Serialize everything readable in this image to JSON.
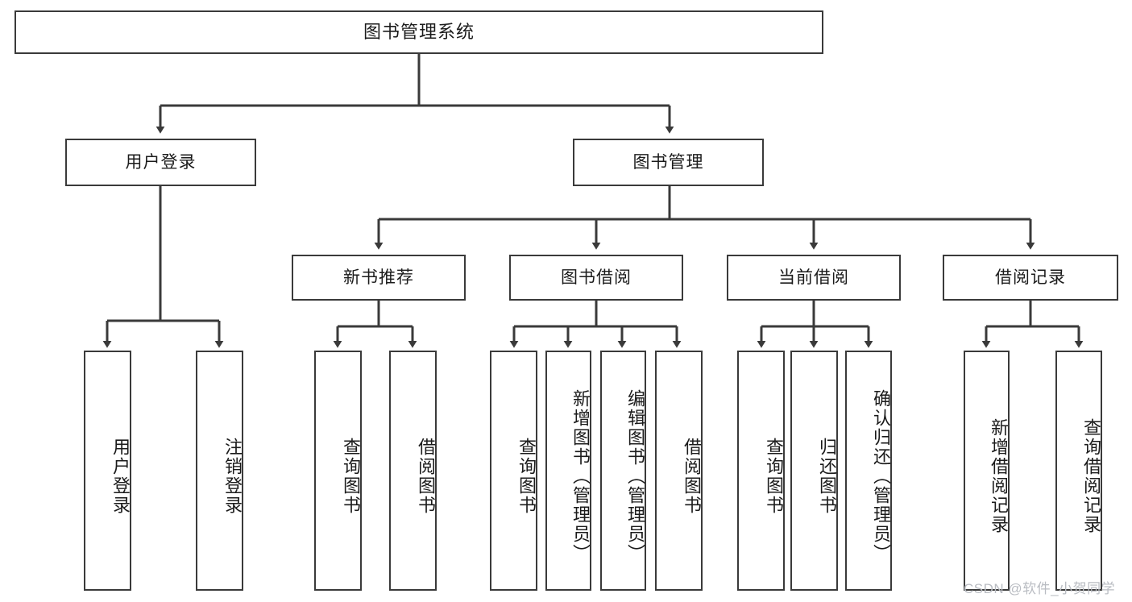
{
  "diagram": {
    "type": "tree-hierarchy",
    "title": "图书管理系统",
    "orientation": "top-down",
    "colors": {
      "stroke": "#3a3a3a",
      "fill": "#ffffff",
      "text": "#1b1b1b",
      "watermark": "#b9bcc2"
    },
    "nodes": {
      "root": {
        "label": "图书管理系统"
      },
      "level2": [
        {
          "id": "user-login",
          "label": "用户登录"
        },
        {
          "id": "book-manage",
          "label": "图书管理"
        }
      ],
      "level3": [
        {
          "id": "new-book-recommend",
          "label": "新书推荐"
        },
        {
          "id": "book-borrow",
          "label": "图书借阅"
        },
        {
          "id": "current-borrow",
          "label": "当前借阅"
        },
        {
          "id": "borrow-record",
          "label": "借阅记录"
        }
      ],
      "leaves": {
        "user-login": [
          {
            "id": "leaf-user-login",
            "label": "用户登录"
          },
          {
            "id": "leaf-logout",
            "label": "注销登录"
          }
        ],
        "new-book-recommend": [
          {
            "id": "leaf-query-book-1",
            "label": "查询图书"
          },
          {
            "id": "leaf-borrow-book-1",
            "label": "借阅图书"
          }
        ],
        "book-borrow": [
          {
            "id": "leaf-query-book-2",
            "label": "查询图书"
          },
          {
            "id": "leaf-add-book",
            "label": "新增图书（管理员）"
          },
          {
            "id": "leaf-edit-book",
            "label": "编辑图书（管理员）"
          },
          {
            "id": "leaf-borrow-book-2",
            "label": "借阅图书"
          }
        ],
        "current-borrow": [
          {
            "id": "leaf-query-book-3",
            "label": "查询图书"
          },
          {
            "id": "leaf-return-book",
            "label": "归还图书"
          },
          {
            "id": "leaf-confirm-return",
            "label": "确认归还（管理员）"
          }
        ],
        "borrow-record": [
          {
            "id": "leaf-add-record",
            "label": "新增借阅记录"
          },
          {
            "id": "leaf-query-record",
            "label": "查询借阅记录"
          }
        ]
      }
    },
    "watermark": "CSDN @软件_小贺同学"
  }
}
